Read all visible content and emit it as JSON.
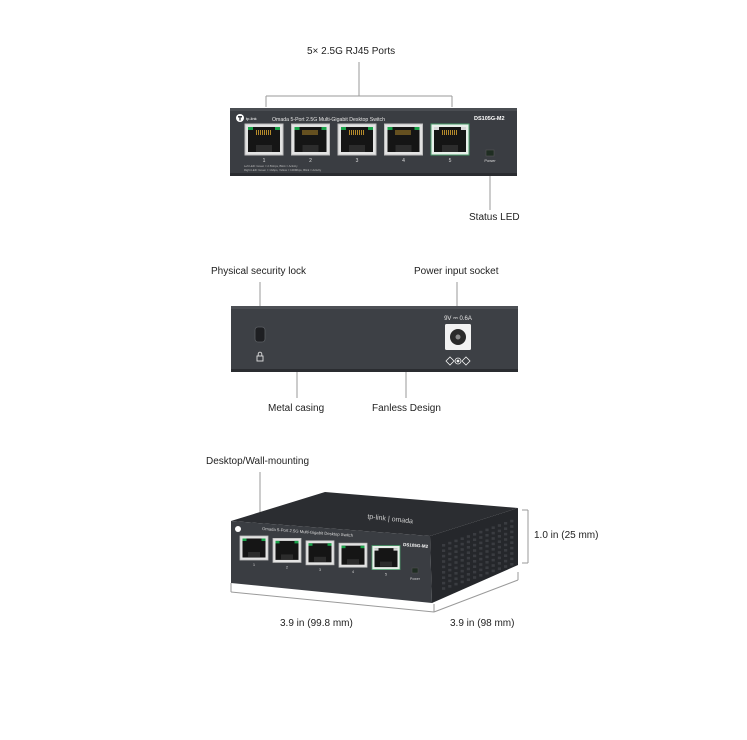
{
  "front": {
    "callout_ports": "5× 2.5G RJ45 Ports",
    "callout_led": "Status LED",
    "brand": "tp-link",
    "title": "Omada 5-Port 2.5G Multi-Gigabit Desktop Switch",
    "model": "DS105G-M2",
    "port_numbers": [
      "1",
      "2",
      "3",
      "4",
      "5"
    ],
    "power_label": "Power",
    "legend_line1": "Left LED: Green = 2.5Gbps, Blink = Activity",
    "legend_line2": "Right LED: Green = 1Gbps, Yellow = 100Mbps, Blink = Activity"
  },
  "back": {
    "callout_lock": "Physical security lock",
    "callout_power": "Power input socket",
    "callout_casing": "Metal casing",
    "callout_fanless": "Fanless Design",
    "power_rating": "9V ⎓ 0.6A"
  },
  "angled": {
    "callout_mount": "Desktop/Wall-mounting",
    "top_logo": "tp-link | omada",
    "height": "1.0 in (25 mm)",
    "width": "3.9 in (99.8 mm)",
    "depth": "3.9 in (98 mm)"
  },
  "colors": {
    "casing": "#3a3d42",
    "casing_top": "#2a2c30",
    "port_green": "#1aa34a",
    "port_highlight": "#4a9d6a",
    "leader_line": "#9a9a9a"
  }
}
